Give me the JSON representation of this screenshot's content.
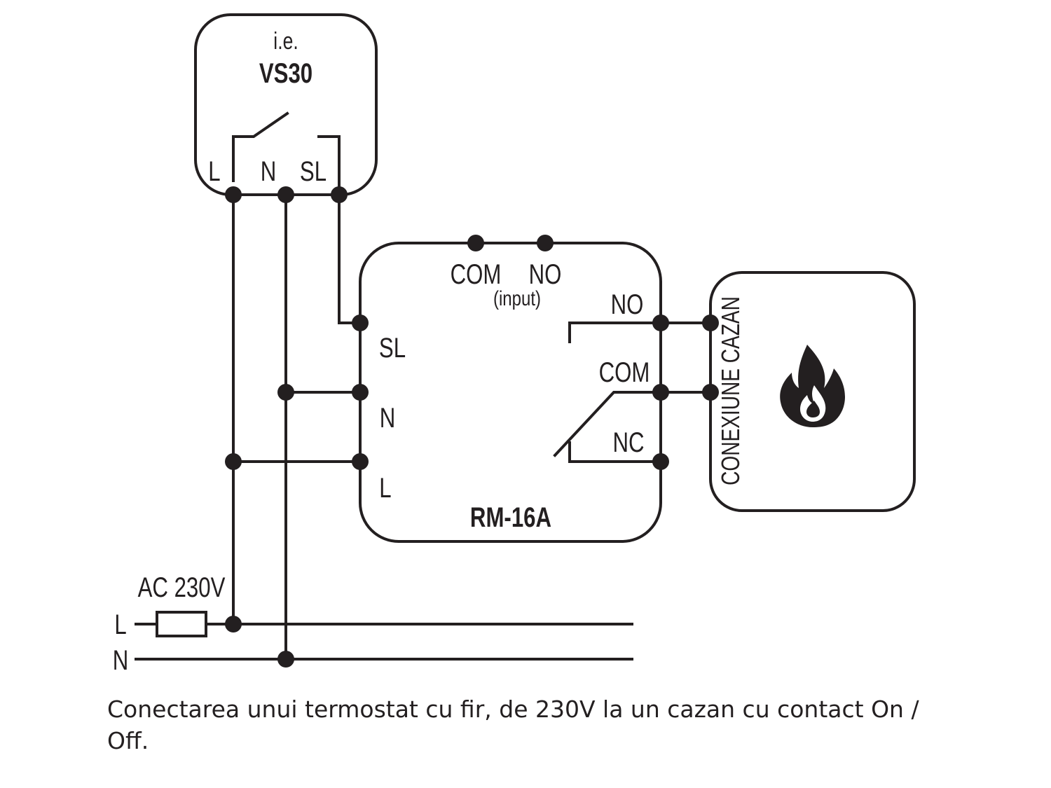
{
  "thermostat": {
    "prefix": "i.e.",
    "model": "VS30",
    "terminals": {
      "l": "L",
      "n": "N",
      "sl": "SL"
    }
  },
  "receiver": {
    "model": "RM-16A",
    "input_terminals": {
      "com": "COM",
      "no": "NO",
      "note": "(input)"
    },
    "power_terminals": {
      "sl": "SL",
      "n": "N",
      "l": "L"
    },
    "output_terminals": {
      "no": "NO",
      "com": "COM",
      "nc": "NC"
    }
  },
  "boiler": {
    "label": "CONEXIUNE CAZAN",
    "icon": "flame-icon"
  },
  "supply": {
    "label": "AC 230V",
    "line_l": "L",
    "line_n": "N"
  },
  "caption": "Conectarea unui termostat cu fir, de 230V la un cazan cu contact On / Off.",
  "colors": {
    "ink": "#231f20",
    "background": "#ffffff"
  }
}
